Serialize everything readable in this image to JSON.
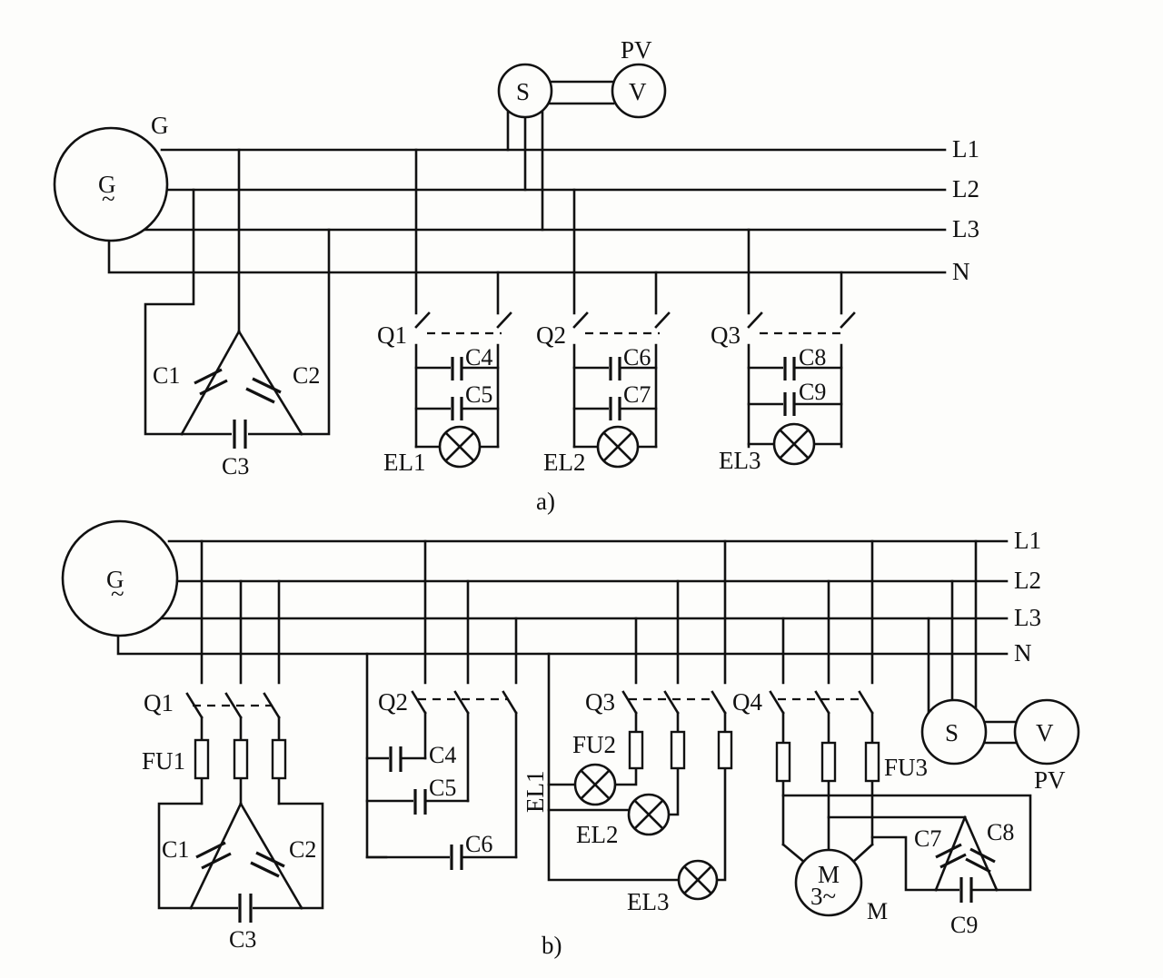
{
  "figure_a": {
    "caption": "a)",
    "generator_label": "G",
    "generator_symbol": "G",
    "generator_tilde": "~",
    "bus_labels": [
      "L1",
      "L2",
      "L3",
      "N"
    ],
    "selector_switch": "S",
    "voltmeter": "V",
    "voltmeter_label": "PV",
    "switches": [
      "Q1",
      "Q2",
      "Q3"
    ],
    "capacitors": [
      "C1",
      "C2",
      "C3",
      "C4",
      "C5",
      "C6",
      "C7",
      "C8",
      "C9"
    ],
    "lamps": [
      "EL1",
      "EL2",
      "EL3"
    ]
  },
  "figure_b": {
    "caption": "b)",
    "generator_symbol": "G",
    "generator_tilde": "~",
    "bus_labels": [
      "L1",
      "L2",
      "L3",
      "N"
    ],
    "selector_switch": "S",
    "voltmeter": "V",
    "voltmeter_label": "PV",
    "switches": [
      "Q1",
      "Q2",
      "Q3",
      "Q4"
    ],
    "fuses": [
      "FU1",
      "FU2",
      "FU3"
    ],
    "capacitors": [
      "C1",
      "C2",
      "C3",
      "C4",
      "C5",
      "C6",
      "C7",
      "C8",
      "C9"
    ],
    "lamps": [
      "EL1",
      "EL2",
      "EL3"
    ],
    "motor_symbol": "M",
    "motor_phase": "3~",
    "motor_label": "M"
  }
}
